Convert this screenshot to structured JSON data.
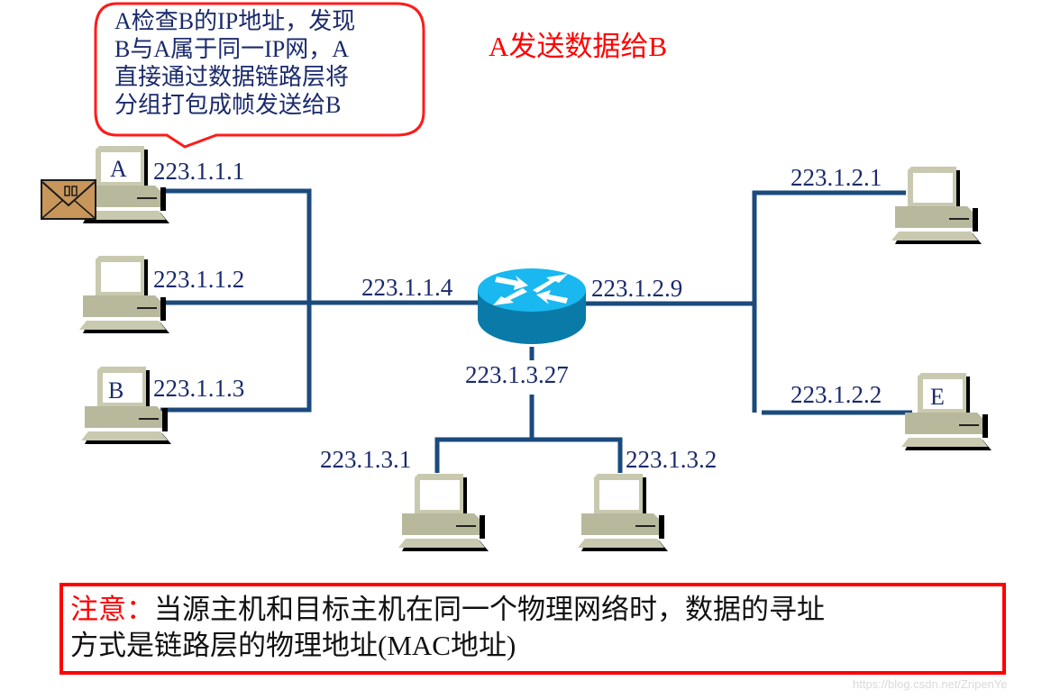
{
  "title": "A发送数据给B",
  "callout": {
    "lines": [
      "A检查B的IP地址，发现",
      "B与A属于同一IP网，A",
      "直接通过数据链路层将",
      "分组打包成帧发送给B"
    ]
  },
  "hosts": {
    "A": {
      "label": "A",
      "ip": "223.1.1.1"
    },
    "h2": {
      "label": "",
      "ip": "223.1.1.2"
    },
    "B": {
      "label": "B",
      "ip": "223.1.1.3"
    },
    "r1": {
      "label": "",
      "ip": "223.1.2.1"
    },
    "E": {
      "label": "E",
      "ip": "223.1.2.2"
    },
    "s1": {
      "label": "",
      "ip": "223.1.3.1"
    },
    "s2": {
      "label": "",
      "ip": "223.1.3.2"
    }
  },
  "router": {
    "left_ip": "223.1.1.4",
    "right_ip": "223.1.2.9",
    "bottom_ip": "223.1.3.27"
  },
  "note": {
    "prefix": "注意：",
    "line1": "当源主机和目标主机在同一个物理网络时，数据的寻址",
    "line2_a": "方式是链路层的物理地址",
    "line2_b": "(MAC",
    "line2_c": "地址",
    "line2_d": ")"
  },
  "colors": {
    "link": "#1b4a7c",
    "router_top": "#19b8f0",
    "router_side": "#0a7aa8",
    "pc_body": "#b8b89c",
    "accent_red": "#ff0000",
    "text_navy": "#1a2a6c"
  },
  "watermark": "https://blog.csdn.net/ZripenYe"
}
